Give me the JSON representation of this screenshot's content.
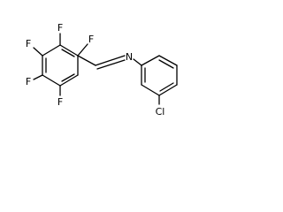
{
  "molecule": {
    "atoms": {
      "f_top": "F",
      "f_upper_right": "F",
      "f_left_upper": "F",
      "f_left_lower": "F",
      "f_bottom": "F",
      "n_imine": "N",
      "cl": "Cl"
    }
  }
}
